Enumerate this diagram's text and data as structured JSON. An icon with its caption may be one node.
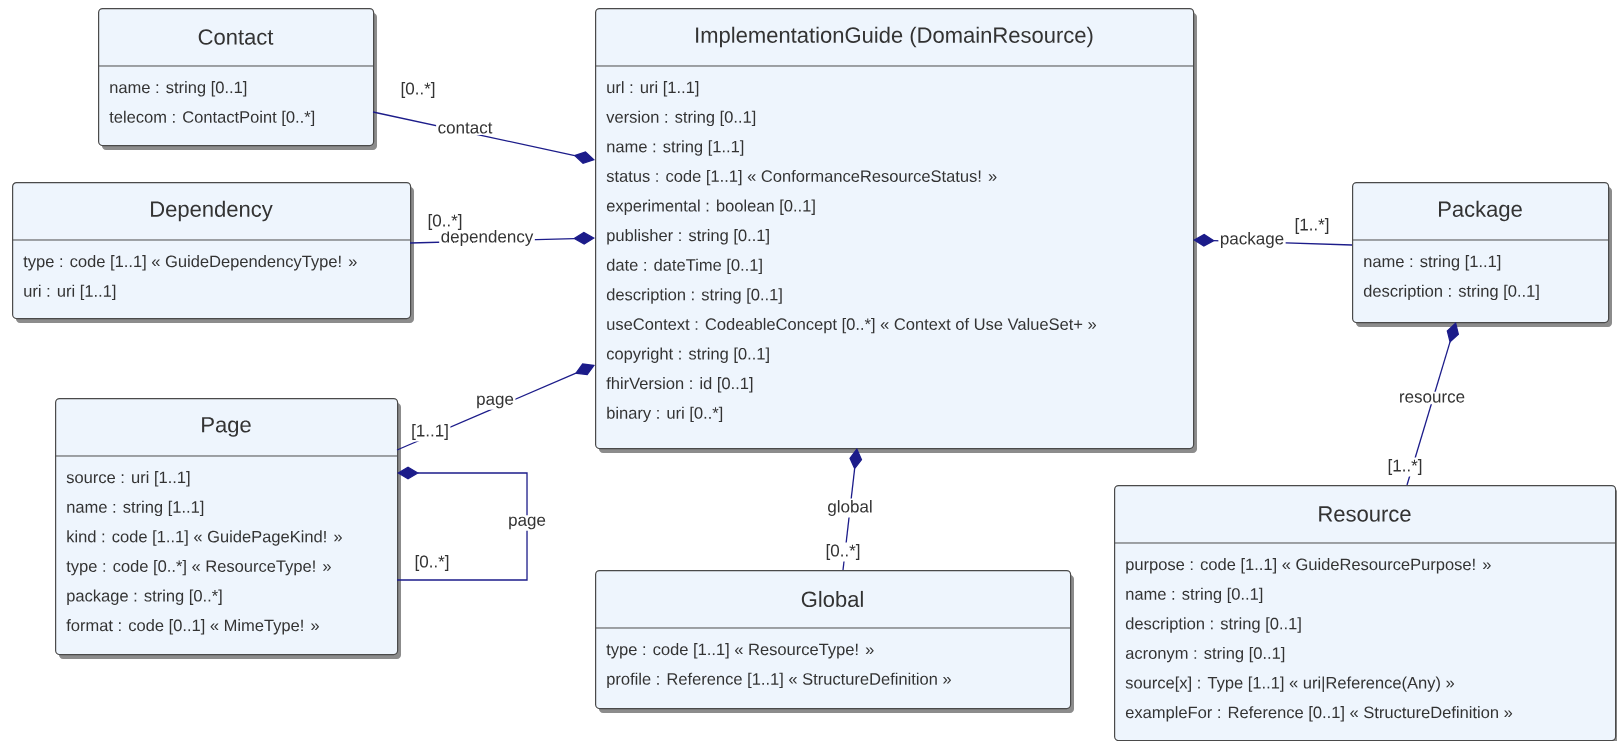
{
  "diagram": {
    "nodes": [
      {
        "text": [
          "Contact",
          "name : string [0..1]",
          "telecom : ContactPoint [0..*]"
        ]
      },
      {
        "text": [
          "Dependency",
          "type : code [1..1] « GuideDependencyType! »",
          "uri : uri [1..1]"
        ]
      },
      {
        "text": [
          "Page",
          "source : uri [1..1]",
          "name : string [1..1]",
          "kind : code [1..1] « GuidePageKind! »",
          "type : code [0..*] « ResourceType! »",
          "package : string [0..*]",
          "format : code [0..1] « MimeType! »"
        ]
      },
      {
        "text": [
          "ImplementationGuide (DomainResource)",
          "url : uri [1..1]",
          "version : string [0..1]",
          "name : string [1..1]",
          "status : code [1..1] « ConformanceResourceStatus! »",
          "experimental : boolean [0..1]",
          "publisher : string [0..1]",
          "date : dateTime [0..1]",
          "description : string [0..1]",
          "useContext : CodeableConcept [0..*] « Context of Use ValueSet+ »",
          "copyright : string [0..1]",
          "fhirVersion : id [0..1]",
          "binary : uri [0..*]"
        ]
      },
      {
        "text": [
          "Package",
          "name : string [1..1]",
          "description : string [0..1]"
        ]
      },
      {
        "text": [
          "Resource",
          "purpose : code [1..1] « GuideResourcePurpose! »",
          "name : string [0..1]",
          "description : string [0..1]",
          "acronym : string [0..1]",
          "source[x] : Type [1..1] « uri|Reference(Any) »",
          "exampleFor : Reference [0..1] « StructureDefinition »"
        ]
      },
      {
        "text": [
          "Global",
          "type : code [1..1] « ResourceType! »",
          "profile : Reference [1..1] « StructureDefinition »"
        ]
      }
    ],
    "edges": [
      {
        "from": 3,
        "to": 0,
        "arrow": "other",
        "label": "contact"
      },
      {
        "from": 3,
        "to": 1,
        "arrow": "other",
        "label": "dependency"
      },
      {
        "from": 3,
        "to": 2,
        "arrow": "other",
        "label": "page"
      },
      {
        "from": 2,
        "to": 2,
        "arrow": "other",
        "label": "page"
      },
      {
        "from": 3,
        "to": 4,
        "arrow": "other",
        "label": "package"
      },
      {
        "from": 4,
        "to": 5,
        "arrow": "other",
        "label": "resource"
      },
      {
        "from": 3,
        "to": 6,
        "arrow": "other",
        "label": "global"
      }
    ],
    "labels": [
      "[0..*]",
      "[0..*]",
      "[1..1]",
      "[0..*]",
      "[1..*]",
      "[1..*]",
      "[0..*]"
    ]
  }
}
